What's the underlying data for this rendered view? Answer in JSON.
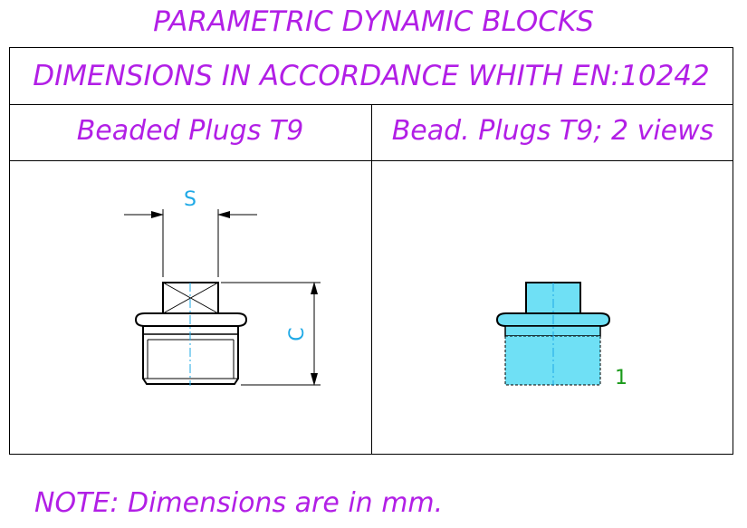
{
  "title": "PARAMETRIC DYNAMIC BLOCKS",
  "header": "DIMENSIONS IN ACCORDANCE WHITH EN:10242",
  "columns": [
    {
      "label": "Beaded Plugs T9"
    },
    {
      "label": "Bead. Plugs T9; 2 views"
    }
  ],
  "left_view": {
    "dim_s": "S",
    "dim_c": "C"
  },
  "right_view": {
    "marker": "1"
  },
  "note": "NOTE: Dimensions are in mm.",
  "colors": {
    "text": "#b21fe6",
    "dimension": "#1fa9e6",
    "fill": "#6fe0f5",
    "marker": "#1a9a1a"
  }
}
